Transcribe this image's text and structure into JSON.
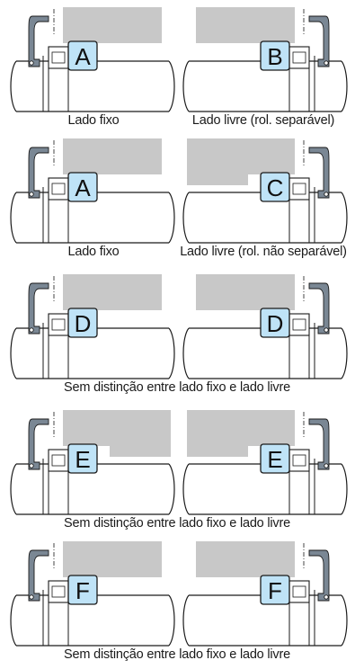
{
  "rows": [
    {
      "left": {
        "symbol": "A",
        "side": "left",
        "variant": "standard"
      },
      "right": {
        "symbol": "B",
        "side": "right",
        "variant": "standard"
      },
      "captions": [
        "Lado fixo",
        "Lado livre (rol. separável)"
      ]
    },
    {
      "left": {
        "symbol": "A",
        "side": "left",
        "variant": "standard"
      },
      "right": {
        "symbol": "C",
        "side": "right",
        "variant": "wide"
      },
      "captions": [
        "Lado fixo",
        "Lado livre (rol. não separável)"
      ]
    },
    {
      "left": {
        "symbol": "D",
        "side": "left",
        "variant": "standard"
      },
      "right": {
        "symbol": "D",
        "side": "right",
        "variant": "standard"
      },
      "captions": [
        "Sem distinção entre lado fixo e lado livre"
      ]
    },
    {
      "left": {
        "symbol": "E",
        "side": "left",
        "variant": "wide"
      },
      "right": {
        "symbol": "E",
        "side": "right",
        "variant": "wide"
      },
      "captions": [
        "Sem distinção entre lado fixo e lado livre"
      ]
    },
    {
      "left": {
        "symbol": "F",
        "side": "left",
        "variant": "standard"
      },
      "right": {
        "symbol": "F",
        "side": "right",
        "variant": "standard"
      },
      "captions": [
        "Sem distinção entre lado fixo e lado livre"
      ]
    }
  ],
  "colors": {
    "housing": "#c8c8c8",
    "cover": "#7a8794",
    "label_fill": "#bfe3f7",
    "line": "#1a1a1a"
  }
}
